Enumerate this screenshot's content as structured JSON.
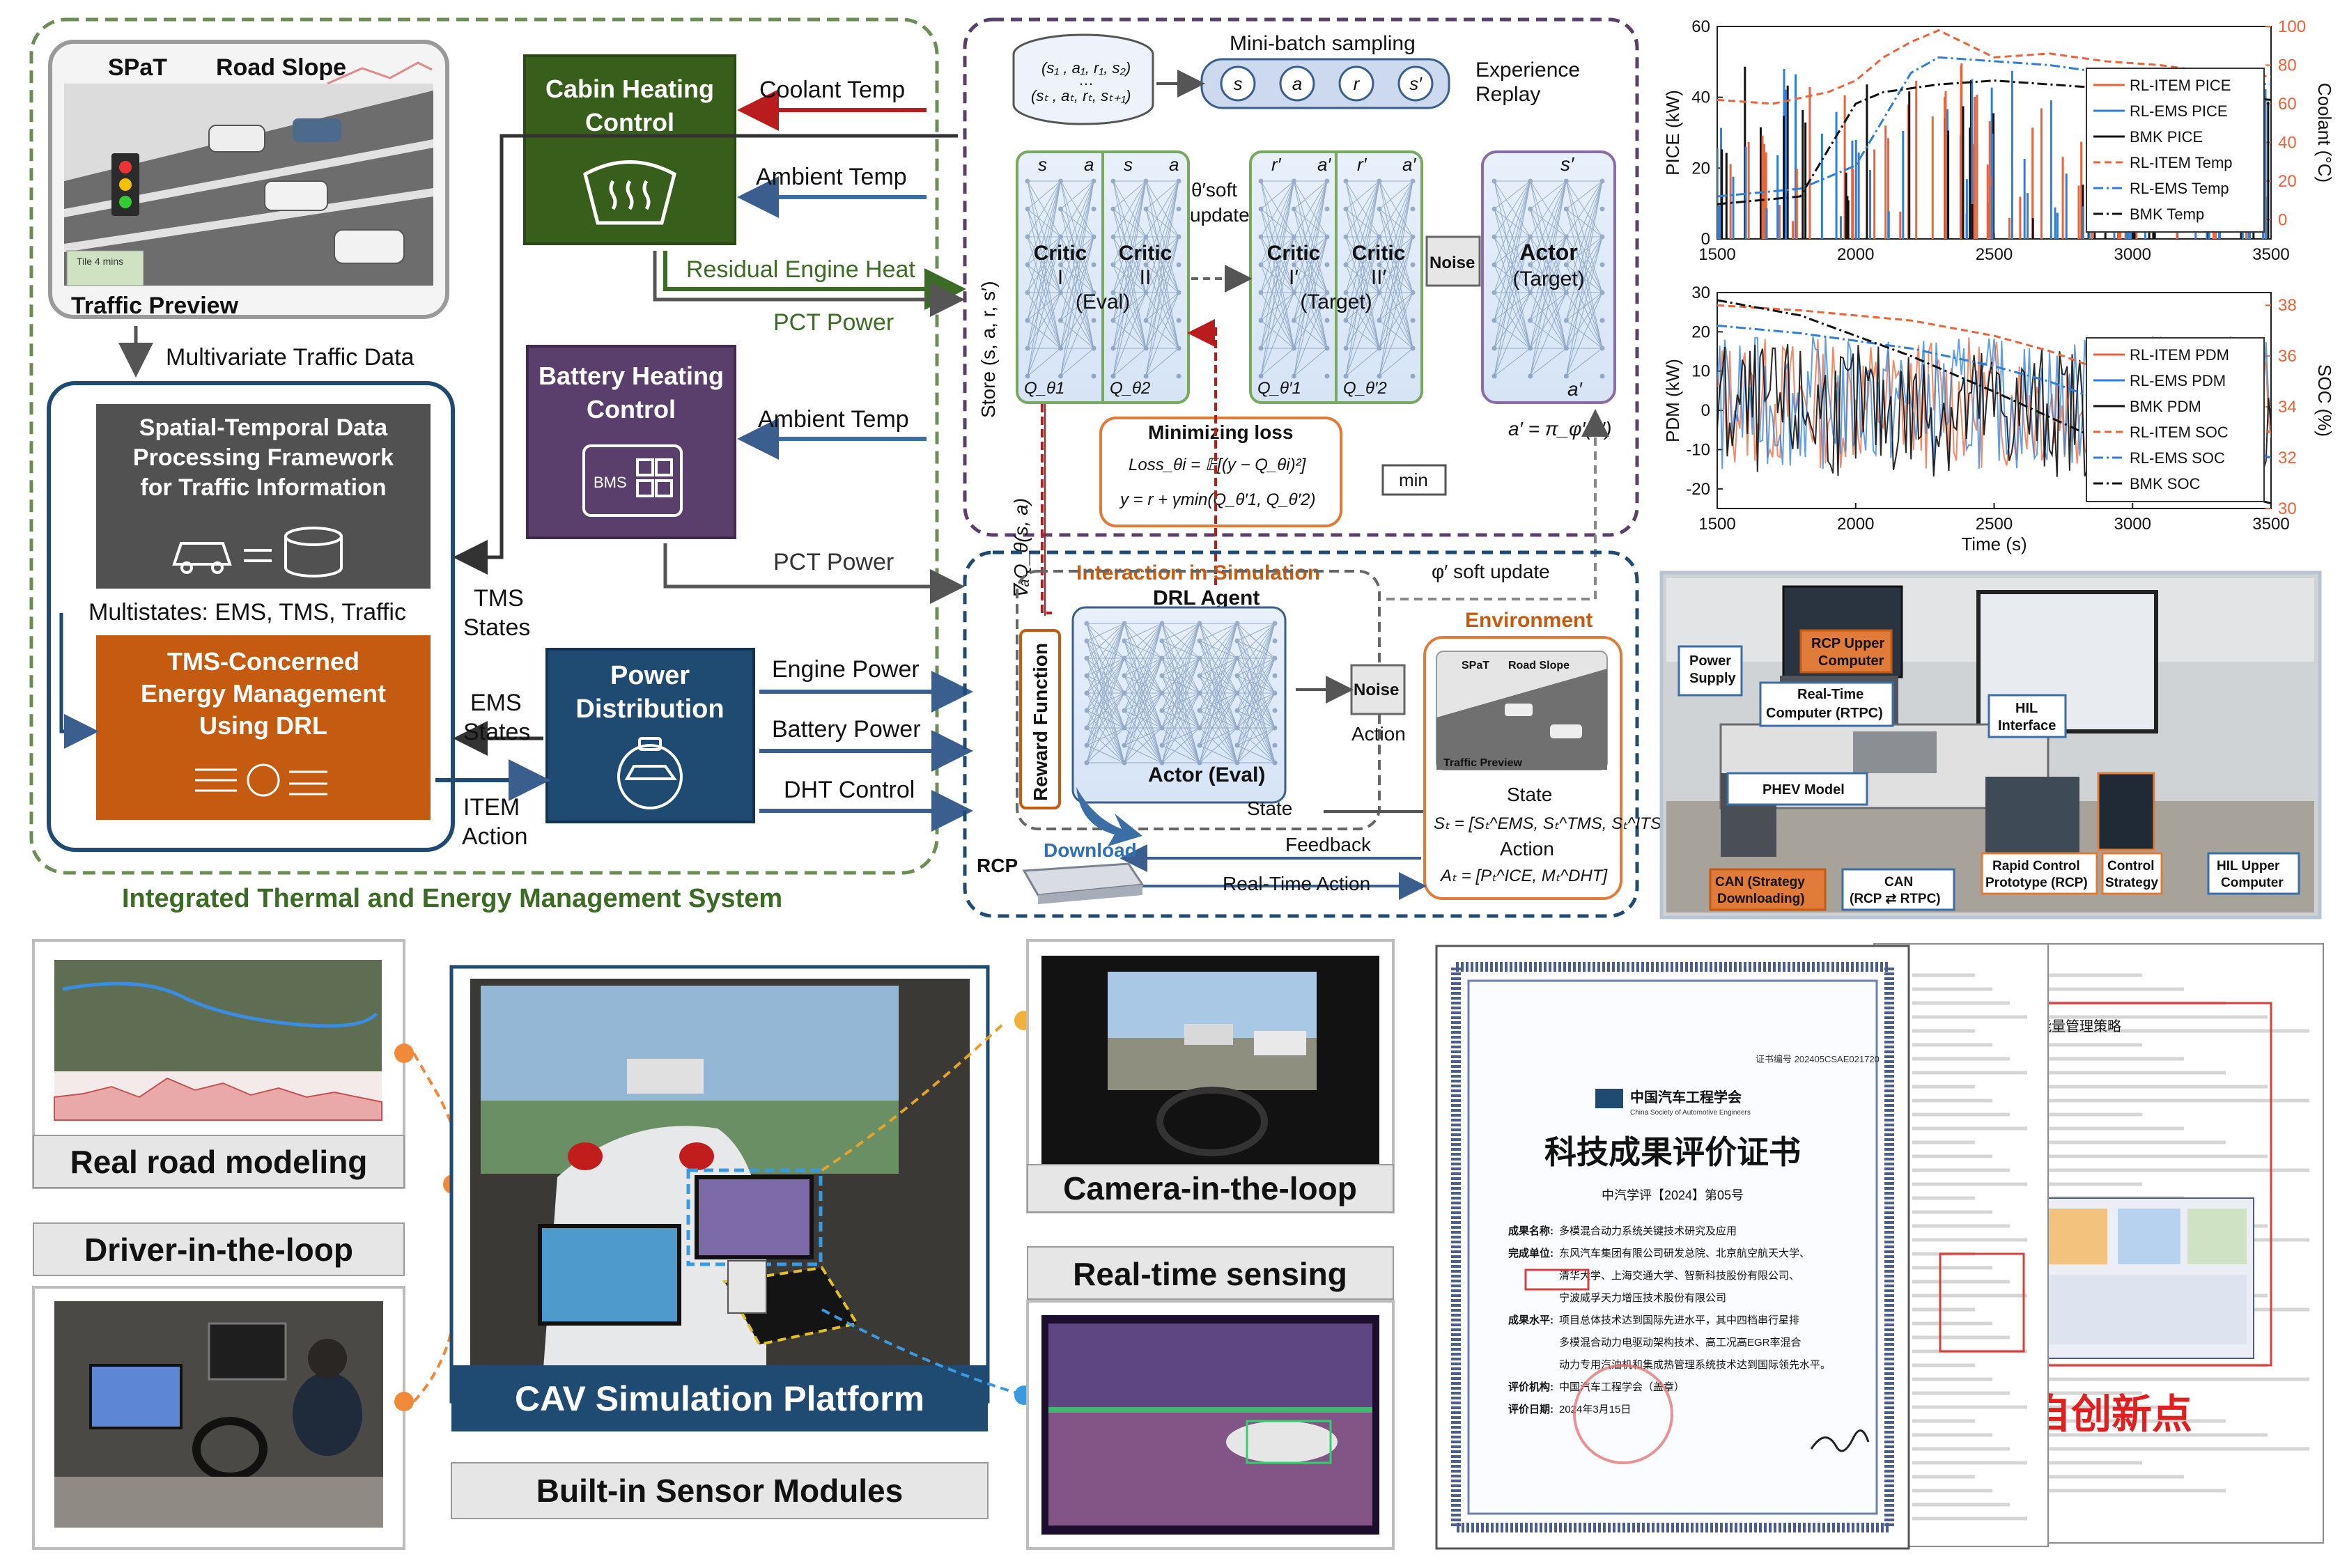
{
  "system": {
    "title": "Integrated Thermal and Energy Management System",
    "traffic": {
      "spat": "SPaT",
      "road_slope": "Road Slope",
      "preview": "Traffic Preview",
      "mini_city": "Tile 4 mins"
    },
    "multivariate": "Multivariate Traffic Data",
    "spatial_box": "Spatial-Temporal Data Processing Framework for Traffic Information",
    "multistates": "Multistates: EMS, TMS, Traffic",
    "tms_box": "TMS-Concerned Energy Management Using DRL",
    "cabin_box": "Cabin Heating Control",
    "battery_box": "Battery Heating Control",
    "bms": "BMS",
    "power_box": "Power Distribution",
    "coolant_temp": "Coolant Temp",
    "ambient_temp_1": "Ambient Temp",
    "residual_heat": "Residual Engine Heat",
    "pct_power_1": "PCT Power",
    "ambient_temp_2": "Ambient Temp",
    "pct_power_2": "PCT Power",
    "tms_states": "TMS States",
    "ems_states": "EMS States",
    "item_action": "ITEM Action",
    "engine_power": "Engine Power",
    "battery_power": "Battery Power",
    "dht_control": "DHT Control"
  },
  "drl": {
    "minibatch": "Mini-batch sampling",
    "buffer_line1": "(s₁ , a₁, r₁, s₂)",
    "buffer_line2": "(sₜ , aₜ, rₜ, sₜ₊₁)",
    "buffer_dots": "…",
    "exp_replay_1": "Experience",
    "exp_replay_2": "Replay",
    "sample_nodes": [
      "s",
      "a",
      "r",
      "s′"
    ],
    "store": "Store (s, a, r, s′)",
    "critic1": [
      "Critic",
      "I",
      "(Eval)"
    ],
    "critic2": [
      "Critic",
      "II"
    ],
    "critic1t": [
      "Critic",
      "I′",
      "(Target)"
    ],
    "critic2t": [
      "Critic",
      "II′"
    ],
    "actor_target": [
      "Actor",
      "(Target)"
    ],
    "soft_update": [
      "θ′soft",
      "update"
    ],
    "noise": "Noise",
    "in_labels_eval": [
      "s",
      "a",
      "s",
      "a"
    ],
    "in_labels_target": [
      "r′",
      "a′",
      "r′",
      "a′"
    ],
    "actor_target_in": "s′",
    "q_labels": [
      "Q_θ1",
      "Q_θ2",
      "Q_θ′1",
      "Q_θ′2"
    ],
    "a_prime": "a′",
    "min_loss_title": "Minimizing loss",
    "loss_eq": "Loss_θi = 𝔼[(y − Q_θi)²]",
    "y_eq": "y = r + γmin(Q_θ′1, Q_θ′2)",
    "min": "min",
    "policy_eq": "a′ = π_φ′(s′)",
    "grad_label": "∇ₐQ_θ(s, a)",
    "phi_update": "φ′ soft update"
  },
  "sim": {
    "interaction": "Interaction in Simulation",
    "drl_agent": "DRL Agent",
    "actor_eval": "Actor (Eval)",
    "reward_fn": "Reward Function",
    "noise": "Noise",
    "action": "Action",
    "state_lbl": "State",
    "environment": "Environment",
    "env_spat": "SPaT",
    "env_slope": "Road Slope",
    "env_preview": "Traffic Preview",
    "env_state": "State",
    "env_state_eq": "Sₜ = [Sₜ^EMS, Sₜ^TMS, Sₜ^ITS]",
    "env_action": "Action",
    "env_action_eq": "Aₜ = [Pₜ^ICE, Mₜ^DHT]",
    "feedback": "Feedback",
    "realtime_action": "Real-Time Action",
    "download": "Download",
    "rcp": "RCP"
  },
  "chart_data": [
    {
      "type": "line",
      "xlim": [
        1500,
        3500
      ],
      "x_ticks": [
        "1500",
        "2000",
        "2500",
        "3000",
        "3500"
      ],
      "ylabel": "PICE (kW)",
      "ylim": [
        0,
        60
      ],
      "y_ticks": [
        "0",
        "20",
        "40",
        "60"
      ],
      "y2label": "Coolant (°C)",
      "y2lim": [
        -10,
        100
      ],
      "y2_ticks": [
        "0",
        "20",
        "40",
        "60",
        "80",
        "100"
      ],
      "legend": "right",
      "series": [
        {
          "name": "RL-ITEM PICE",
          "color": "#e8643a",
          "style": "solid"
        },
        {
          "name": "RL-EMS PICE",
          "color": "#2f7fd6",
          "style": "solid"
        },
        {
          "name": "BMK PICE",
          "color": "#111111",
          "style": "solid"
        },
        {
          "name": "RL-ITEM Temp",
          "color": "#e8643a",
          "style": "dashed",
          "x": [
            1500,
            1700,
            1900,
            2000,
            2100,
            2200,
            2300,
            2500,
            2700,
            2900,
            3100,
            3300,
            3500
          ],
          "y": [
            62,
            60,
            66,
            72,
            84,
            92,
            98,
            84,
            86,
            82,
            80,
            76,
            74
          ]
        },
        {
          "name": "RL-EMS Temp",
          "color": "#2f7fd6",
          "style": "dashdot",
          "x": [
            1500,
            1800,
            2000,
            2100,
            2200,
            2300,
            2500,
            2700,
            2900,
            3100,
            3300,
            3500
          ],
          "y": [
            12,
            16,
            28,
            52,
            76,
            84,
            82,
            80,
            76,
            74,
            72,
            70
          ]
        },
        {
          "name": "BMK Temp",
          "color": "#111111",
          "style": "dashdot",
          "x": [
            1500,
            1800,
            2000,
            2100,
            2200,
            2300,
            2500,
            2700,
            2900,
            3100,
            3300,
            3500
          ],
          "y": [
            8,
            12,
            60,
            66,
            68,
            70,
            72,
            70,
            68,
            66,
            64,
            62
          ]
        }
      ]
    },
    {
      "type": "line",
      "xlim": [
        1500,
        3500
      ],
      "x_ticks": [
        "1500",
        "2000",
        "2500",
        "3000",
        "3500"
      ],
      "xlabel": "Time (s)",
      "ylabel": "PDM (kW)",
      "ylim": [
        -25,
        30
      ],
      "y_ticks": [
        "-20",
        "-10",
        "0",
        "10",
        "20",
        "30"
      ],
      "y2label": "SOC (%)",
      "y2lim": [
        30,
        38.5
      ],
      "y2_ticks": [
        "30",
        "32",
        "34",
        "36",
        "38"
      ],
      "legend": "right",
      "series": [
        {
          "name": "RL-ITEM PDM",
          "color": "#e8643a",
          "style": "solid"
        },
        {
          "name": "RL-EMS PDM",
          "color": "#2f7fd6",
          "style": "solid"
        },
        {
          "name": "BMK PDM",
          "color": "#111111",
          "style": "solid"
        },
        {
          "name": "RL-ITEM SOC",
          "color": "#e8643a",
          "style": "dashed",
          "x": [
            1500,
            1800,
            2000,
            2200,
            2500,
            2700,
            2900,
            3100,
            3300,
            3500
          ],
          "y": [
            38,
            37.8,
            37.6,
            37.4,
            36.8,
            36.2,
            35.4,
            34.6,
            33.6,
            33.0
          ]
        },
        {
          "name": "RL-EMS SOC",
          "color": "#2f7fd6",
          "style": "dashdot",
          "x": [
            1500,
            1800,
            2000,
            2200,
            2500,
            2700,
            2900,
            3100,
            3300,
            3500
          ],
          "y": [
            37.2,
            36.9,
            36.6,
            36.3,
            35.6,
            35.0,
            34.2,
            33.4,
            32.6,
            32.0
          ]
        },
        {
          "name": "BMK SOC",
          "color": "#111111",
          "style": "dashdot",
          "x": [
            1500,
            1800,
            2000,
            2200,
            2500,
            2700,
            2900,
            3100,
            3300,
            3500
          ],
          "y": [
            38.2,
            37.6,
            36.8,
            36.0,
            34.6,
            33.6,
            32.6,
            31.6,
            30.8,
            30.2
          ]
        }
      ]
    }
  ],
  "hil": {
    "power_supply": "Power Supply",
    "rcp_upper": "RCP Upper Computer",
    "rtpc": "Real-Time Computer (RTPC)",
    "hil_interface": "HIL Interface",
    "phev_model": "PHEV Model",
    "can_strategy": "CAN (Strategy Downloading)",
    "can_rcp": "CAN (RCP ⇄ RTPC)",
    "rcp_full": "Rapid Control Prototype (RCP)",
    "control_strategy": "Control Strategy",
    "hil_upper": "HIL Upper Computer"
  },
  "bottom": {
    "real_road": "Real road modeling",
    "driver_loop": "Driver-in-the-loop",
    "cav_platform": "CAV Simulation Platform",
    "sensor_modules": "Built-in Sensor Modules",
    "camera_loop": "Camera-in-the-loop",
    "realtime_sensing": "Real-time sensing"
  },
  "certificate": {
    "cert_no": "证书编号 202405CSAE021720",
    "society_cn": "中国汽车工程学会",
    "society_en": "China Society of Automotive Engineers",
    "title": "科技成果评价证书",
    "number": "中汽学评【2024】第05号",
    "rows": [
      {
        "k": "成果名称:",
        "v": "多模混合动力系统关键技术研究及应用"
      },
      {
        "k": "完成单位:",
        "v": "东风汽车集团有限公司研发总院、北京航空航天大学、"
      },
      {
        "k": "",
        "v": "清华大学、上海交通大学、智新科技股份有限公司、"
      },
      {
        "k": "",
        "v": "宁波威孚天力增压技术股份有限公司"
      },
      {
        "k": "成果水平:",
        "v": "项目总体技术达到国际先进水平，其中四档串行星排"
      },
      {
        "k": "",
        "v": "多模混合动力电驱动架构技术、高工况高EGR率混合"
      },
      {
        "k": "",
        "v": "动力专用汽油机和集成热管理系统技术达到国际领先水平。"
      },
      {
        "k": "评价机构:",
        "v": "中国汽车工程学会（盖章）"
      },
      {
        "k": "评价日期:",
        "v": "2024年3月15日"
      }
    ],
    "bg_title": "能量管理策略",
    "bg_red": "自创新点"
  }
}
